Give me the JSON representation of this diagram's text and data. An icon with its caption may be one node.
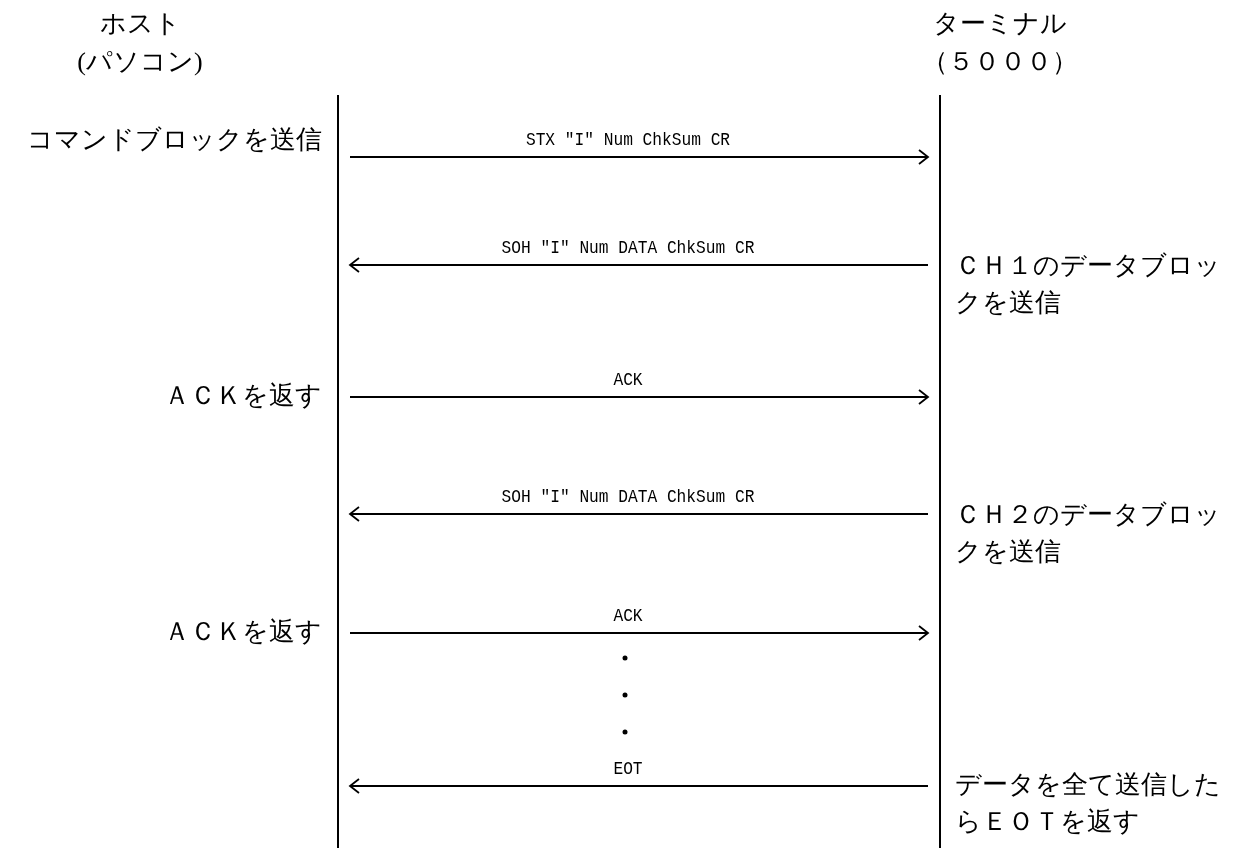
{
  "diagram": {
    "nodes": [
      {
        "text": [],
        "shape": "line"
      },
      {
        "text": [],
        "shape": "line"
      }
    ],
    "edges": [
      {
        "from": 0,
        "to": 1,
        "arrow": "to",
        "label": "STX ″I″ Num ChkSum CR"
      },
      {
        "from": 1,
        "to": 0,
        "arrow": "to",
        "label": "SOH ″I″ Num DATA ChkSum CR"
      },
      {
        "from": 0,
        "to": 1,
        "arrow": "to",
        "label": "ACK"
      },
      {
        "from": 1,
        "to": 0,
        "arrow": "to",
        "label": "SOH ″I″ Num DATA ChkSum CR"
      },
      {
        "from": 0,
        "to": 1,
        "arrow": "to",
        "label": "ACK"
      },
      {
        "from": 1,
        "to": 0,
        "arrow": "to",
        "label": "EOT"
      }
    ],
    "labels": [
      "ホスト",
      "(パソコン)",
      "ターミナル",
      "（５０００）",
      "コマンドブロックを送信",
      "ＣＨ１のデータブロックを送信",
      "ＡＣＫを返す",
      "ＣＨ２のデータブロックを送信",
      "ＡＣＫを返す",
      "データを全て送信したらＥＯＴを返す"
    ]
  }
}
